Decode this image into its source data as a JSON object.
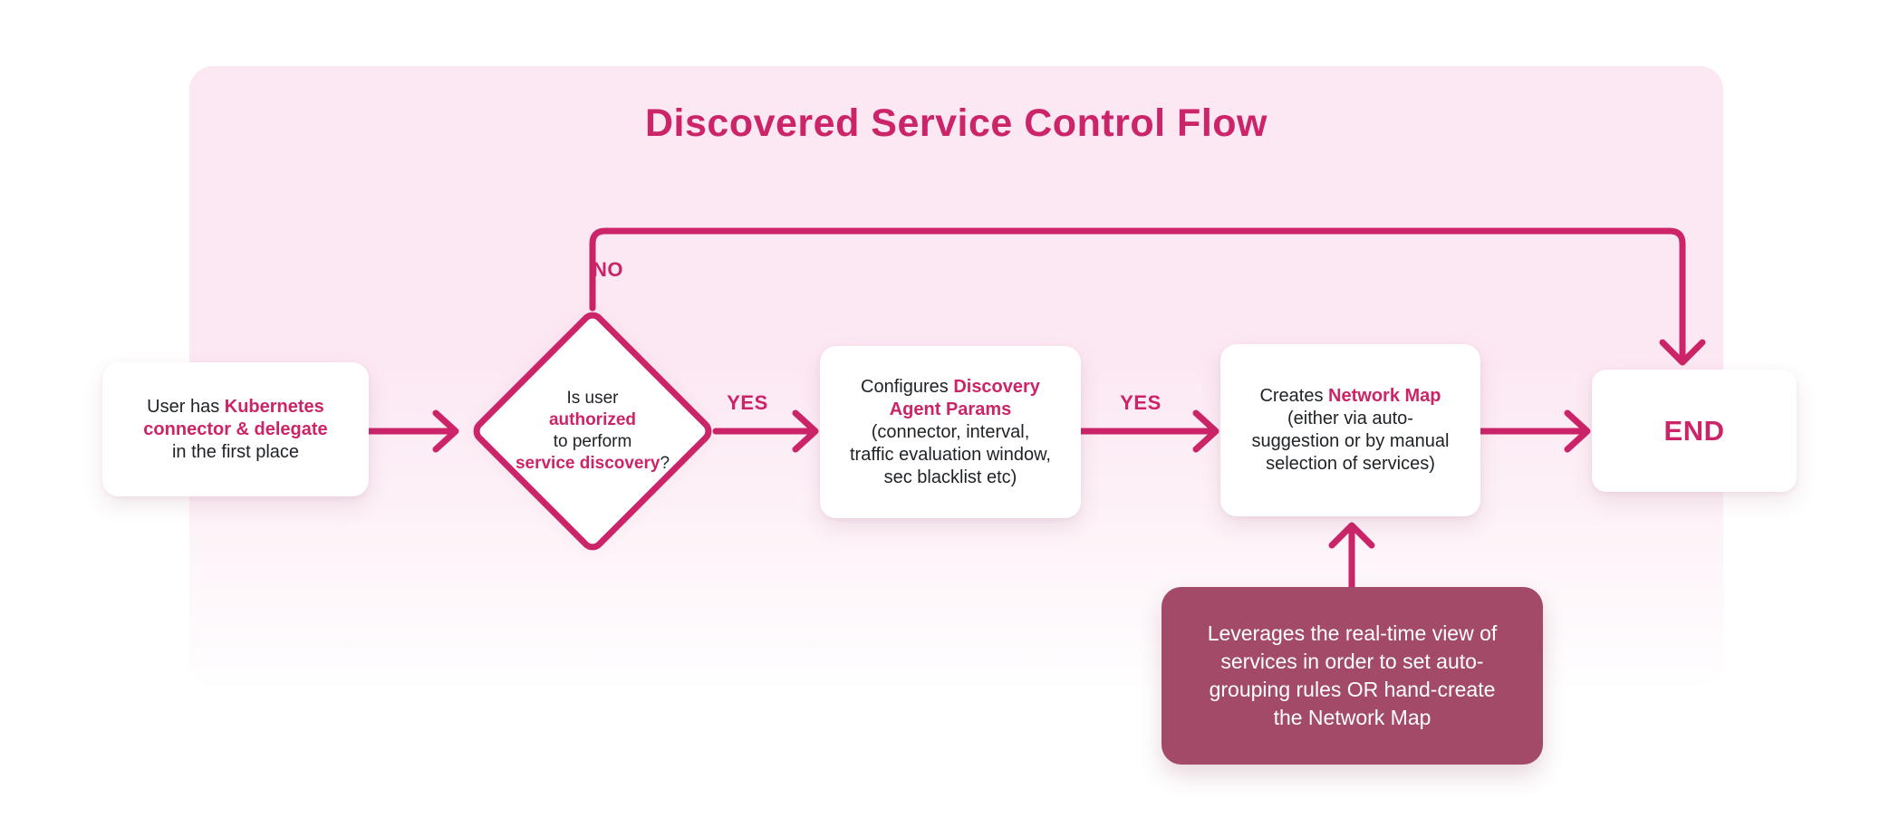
{
  "title": "Discovered Service Control Flow",
  "colors": {
    "accent": "#CB2468",
    "panel_background": "#FCE8F3",
    "note_background": "#A34A68",
    "node_background": "#FFFFFF",
    "body_text": "#1E2126",
    "note_text": "#FFFFFF"
  },
  "labels": {
    "no": "NO",
    "yes1": "YES",
    "yes2": "YES"
  },
  "nodes": {
    "start": {
      "lines": [
        [
          {
            "t": "User has ",
            "accent": false
          },
          {
            "t": "Kubernetes",
            "accent": true
          }
        ],
        [
          {
            "t": "connector & delegate",
            "accent": true
          }
        ],
        [
          {
            "t": "in the first place",
            "accent": false
          }
        ]
      ]
    },
    "decision": {
      "lines": [
        [
          {
            "t": "Is user",
            "accent": false
          }
        ],
        [
          {
            "t": "authorized",
            "accent": true
          }
        ],
        [
          {
            "t": "to perform",
            "accent": false
          }
        ],
        [
          {
            "t": "service discovery",
            "accent": true
          },
          {
            "t": "?",
            "accent": false
          }
        ]
      ]
    },
    "configure": {
      "lines": [
        [
          {
            "t": "Configures ",
            "accent": false
          },
          {
            "t": "Discovery",
            "accent": true
          }
        ],
        [
          {
            "t": "Agent Params",
            "accent": true
          }
        ],
        [
          {
            "t": "(connector, interval,",
            "accent": false
          }
        ],
        [
          {
            "t": "traffic evaluation window,",
            "accent": false
          }
        ],
        [
          {
            "t": "sec blacklist etc)",
            "accent": false
          }
        ]
      ]
    },
    "create_map": {
      "lines": [
        [
          {
            "t": "Creates ",
            "accent": false
          },
          {
            "t": "Network Map",
            "accent": true
          }
        ],
        [
          {
            "t": "(either via auto-",
            "accent": false
          }
        ],
        [
          {
            "t": "suggestion or by manual",
            "accent": false
          }
        ],
        [
          {
            "t": "selection of services)",
            "accent": false
          }
        ]
      ]
    },
    "end": {
      "label": "END"
    },
    "note": {
      "lines": [
        [
          {
            "t": "Leverages the real-time view of",
            "accent": false
          }
        ],
        [
          {
            "t": "services in order to set auto-",
            "accent": false
          }
        ],
        [
          {
            "t": "grouping rules OR hand-create",
            "accent": false
          }
        ],
        [
          {
            "t": "the Network Map",
            "accent": false
          }
        ]
      ]
    }
  }
}
